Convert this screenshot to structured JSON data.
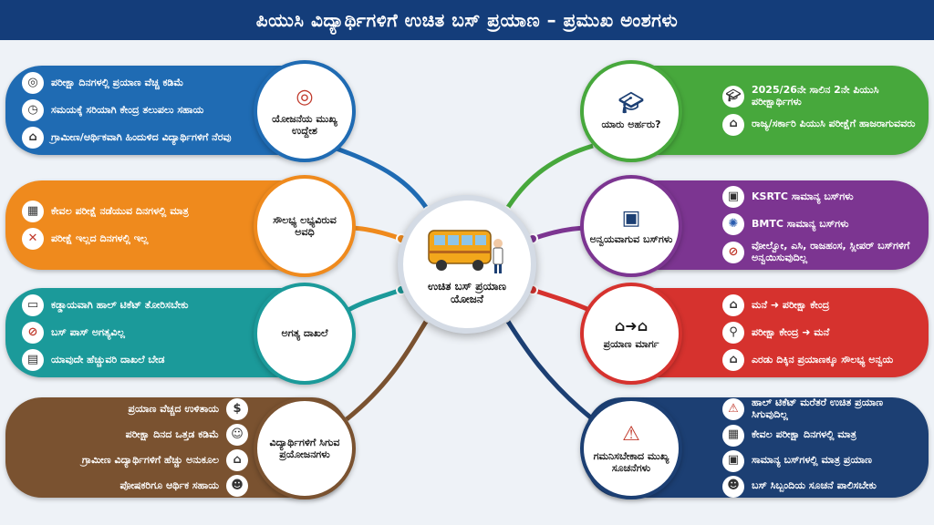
{
  "title": "ಪಿಯುಸಿ ವಿದ್ಯಾರ್ಥಿಗಳಿಗೆ ಉಚಿತ ಬಸ್ ಪ್ರಯಾಣ – ಪ್ರಮುಖ ಅಂಶಗಳು",
  "center": {
    "label": "ಉಚಿತ ಬಸ್ ಪ್ರಯಾಣ ಯೋಜನೆ",
    "icon": "bus-with-students-icon"
  },
  "colors": {
    "title_bg": "#143d7a",
    "objective": "#1f6bb3",
    "period": "#ef8a1d",
    "documents": "#1b9a9a",
    "benefits": "#7a5230",
    "eligibility": "#47a83c",
    "buses": "#7c3591",
    "route": "#d6322e",
    "notes": "#1c3f73"
  },
  "objective": {
    "label": "ಯೋಜನೆಯ ಮುಖ್ಯ ಉದ್ದೇಶ",
    "icon": "target-icon",
    "items": [
      {
        "text": "ಪರೀಕ್ಷಾ ದಿನಗಳಲ್ಲಿ ಪ್ರಯಾಣ ವೆಚ್ಚ ಕಡಿಮೆ",
        "icon": "target-icon"
      },
      {
        "text": "ಸಮಯಕ್ಕೆ ಸರಿಯಾಗಿ ಕೇಂದ್ರ ತಲುಪಲು ಸಹಾಯ",
        "icon": "clock-icon"
      },
      {
        "text": "ಗ್ರಾಮೀಣ/ಆರ್ಥಿಕವಾಗಿ ಹಿಂದುಳಿದ ವಿದ್ಯಾರ್ಥಿಗಳಿಗೆ ನೆರವು",
        "icon": "village-icon"
      }
    ]
  },
  "period": {
    "label": "ಸೌಲಭ್ಯ ಲಭ್ಯವಿರುವ ಅವಧಿ",
    "icon": "calendar-icon",
    "items": [
      {
        "text": "ಕೇವಲ ಪರೀಕ್ಷೆ ನಡೆಯುವ ದಿನಗಳಲ್ಲಿ ಮಾತ್ರ",
        "icon": "calendar-icon"
      },
      {
        "text": "ಪರೀಕ್ಷೆ ಇಲ್ಲದ ದಿನಗಳಲ್ಲಿ ಇಲ್ಲ",
        "icon": "cross-icon"
      }
    ]
  },
  "documents": {
    "label": "ಅಗತ್ಯ ದಾಖಲೆ",
    "icon": "document-icon",
    "items": [
      {
        "text": "ಕಡ್ಡಾಯವಾಗಿ ಹಾಲ್ ಟಿಕೆಟ್ ತೋರಿಸಬೇಕು",
        "icon": "id-card-icon"
      },
      {
        "text": "ಬಸ್ ಪಾಸ್ ಅಗತ್ಯವಿಲ್ಲ",
        "icon": "no-pass-icon"
      },
      {
        "text": "ಯಾವುದೇ ಹೆಚ್ಚುವರಿ ದಾಖಲೆ ಬೇಡ",
        "icon": "document-icon"
      }
    ]
  },
  "benefits": {
    "label": "ವಿದ್ಯಾರ್ಥಿಗಳಿಗೆ ಸಿಗುವ ಪ್ರಯೋಜನಗಳು",
    "icon": "student-icon",
    "items": [
      {
        "text": "ಪ್ರಯಾಣ ವೆಚ್ಚದ ಉಳಿತಾಯ",
        "icon": "money-bag-icon"
      },
      {
        "text": "ಪರೀಕ್ಷಾ ದಿನದ ಒತ್ತಡ ಕಡಿಮೆ",
        "icon": "relaxed-icon"
      },
      {
        "text": "ಗ್ರಾಮೀಣ ವಿದ್ಯಾರ್ಥಿಗಳಿಗೆ ಹೆಚ್ಚು ಅನುಕೂಲ",
        "icon": "village-icon"
      },
      {
        "text": "ಪೋಷಕರಿಗೂ ಆರ್ಥಿಕ ಸಹಾಯ",
        "icon": "parents-icon"
      }
    ]
  },
  "eligibility": {
    "label": "ಯಾರು ಅರ್ಹರು?",
    "icon": "graduate-icon",
    "items": [
      {
        "text": "2025/26ನೇ ಸಾಲಿನ 2ನೇ ಪಿಯುಸಿ ಪರೀಕ್ಷಾರ್ಥಿಗಳು",
        "icon": "graduate-icon"
      },
      {
        "text": "ರಾಜ್ಯ/ಸರ್ಕಾರಿ ಪಿಯುಸಿ ಪರೀಕ್ಷೆಗೆ ಹಾಜರಾಗುವವರು",
        "icon": "building-icon"
      }
    ]
  },
  "buses": {
    "label": "ಅನ್ವಯವಾಗುವ ಬಸ್‌ಗಳು",
    "icon": "bus-icon",
    "items": [
      {
        "text": "KSRTC ಸಾಮಾನ್ಯ ಬಸ್‌ಗಳು",
        "icon": "bus-icon"
      },
      {
        "text": "BMTC ಸಾಮಾನ್ಯ ಬಸ್‌ಗಳು",
        "icon": "bmtc-logo-icon"
      },
      {
        "text": "ವೋಲ್ವೋ, ಎಸಿ, ರಾಜಹಂಸ, ಸ್ಲೀಪರ್ ಬಸ್‌ಗಳಿಗೆ ಅನ್ವಯಿಸುವುದಿಲ್ಲ",
        "icon": "no-bus-icon"
      }
    ]
  },
  "route": {
    "label": "ಪ್ರಯಾಣ ಮಾರ್ಗ",
    "icon": "home-to-home-icon",
    "items": [
      {
        "text": "ಮನೆ ➜ ಪರೀಕ್ಷಾ ಕೇಂದ್ರ",
        "icon": "home-icon"
      },
      {
        "text": "ಪರೀಕ್ಷಾ ಕೇಂದ್ರ ➜ ಮನೆ",
        "icon": "location-pin-icon"
      },
      {
        "text": "ಎರಡು ದಿಕ್ಕಿನ ಪ್ರಯಾಣಕ್ಕೂ ಸೌಲಭ್ಯ ಅನ್ವಯ",
        "icon": "home-icon"
      }
    ]
  },
  "notes": {
    "label": "ಗಮನಿಸಬೇಕಾದ ಮುಖ್ಯ ಸೂಚನೆಗಳು",
    "icon": "warning-icon",
    "items": [
      {
        "text": "ಹಾಲ್ ಟಿಕೆಟ್ ಮರೆತರೆ ಉಚಿತ ಪ್ರಯಾಣ ಸಿಗುವುದಿಲ್ಲ",
        "icon": "warning-icon"
      },
      {
        "text": "ಕೇವಲ ಪರೀಕ್ಷಾ ದಿನಗಳಲ್ಲಿ ಮಾತ್ರ",
        "icon": "calendar-icon"
      },
      {
        "text": "ಸಾಮಾನ್ಯ ಬಸ್‌ಗಳಲ್ಲಿ ಮಾತ್ರ ಪ್ರಯಾಣ",
        "icon": "bus-icon"
      },
      {
        "text": "ಬಸ್ ಸಿಬ್ಬಂದಿಯ ಸೂಚನೆ ಪಾಲಿಸಬೇಕು",
        "icon": "staff-icon"
      }
    ]
  }
}
